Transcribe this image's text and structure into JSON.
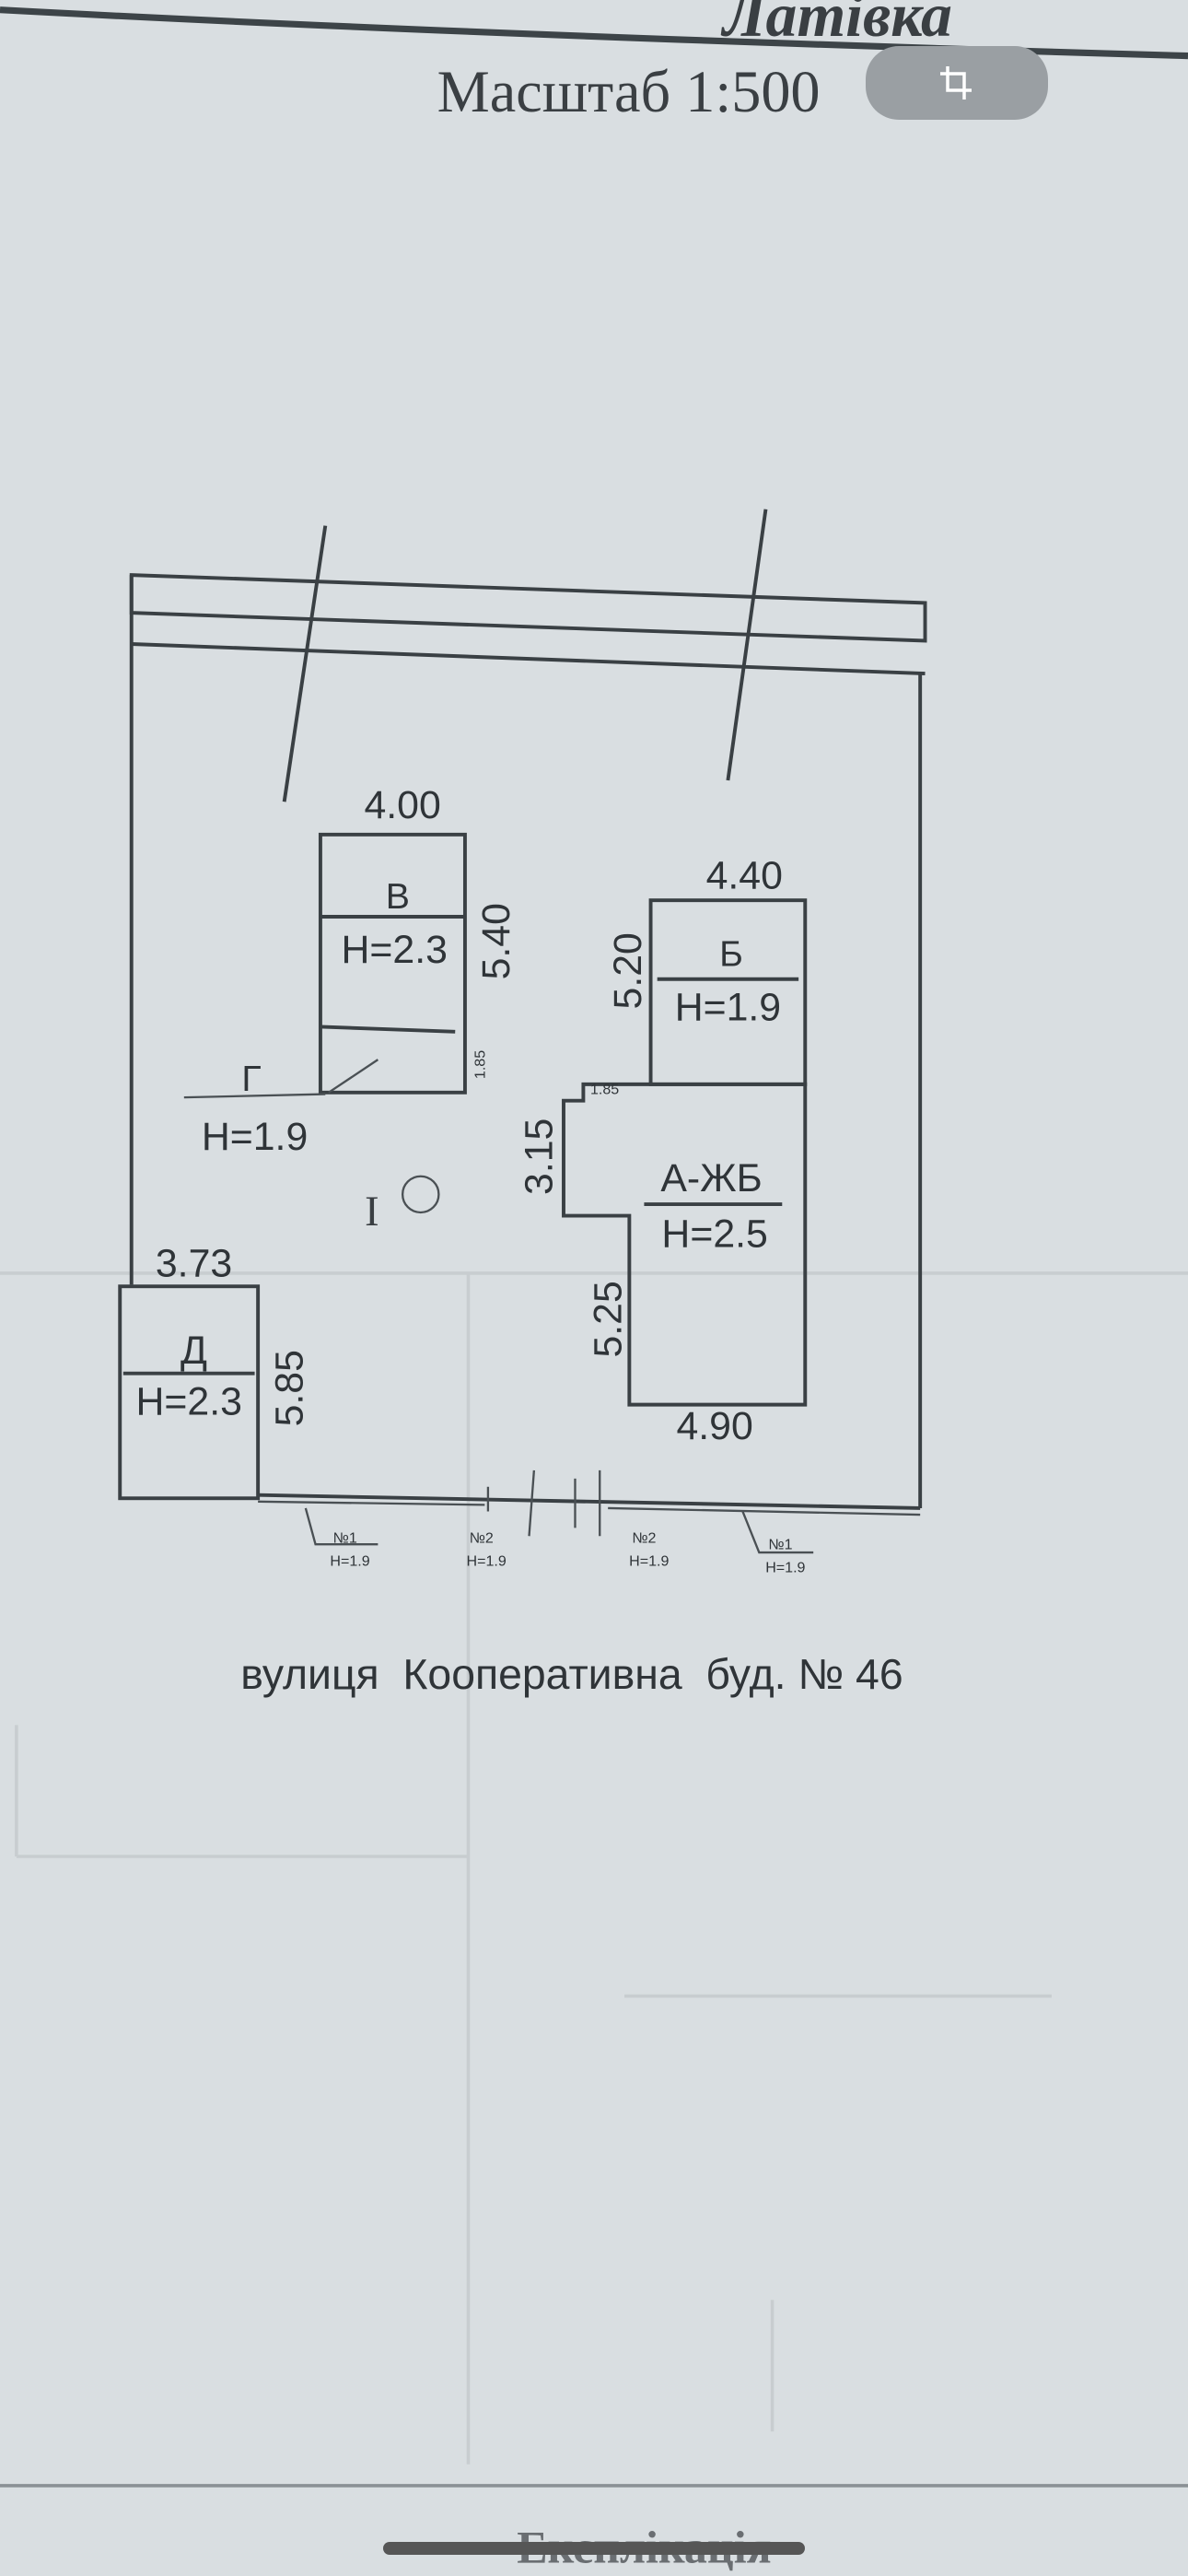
{
  "document": {
    "village": "Латівка",
    "scale": "Масштаб 1:500",
    "street_caption": "вулиця  Кооперативна  буд. № 46",
    "footer_heading": "Експлікація",
    "plot_marker": "I",
    "buildings": {
      "v": {
        "label": "В",
        "height": "Н=2.3",
        "width": "4.00",
        "length": "5.40",
        "small": "1.85"
      },
      "g": {
        "label": "Г",
        "height": "Н=1.9"
      },
      "b": {
        "label": "Б",
        "height": "Н=1.9",
        "width": "4.40",
        "length": "5.20"
      },
      "a": {
        "label": "А-ЖБ",
        "height": "Н=2.5",
        "side1": "3.15",
        "side2": "5.25",
        "width": "4.90",
        "small": "1.85"
      },
      "d": {
        "label": "Д",
        "height": "Н=2.3",
        "width": "3.73",
        "length": "5.85"
      }
    },
    "fences": [
      {
        "num": "№1",
        "height": "Н=1.9"
      },
      {
        "num": "№2",
        "height": "Н=1.9"
      },
      {
        "num": "№2",
        "height": "Н=1.9"
      },
      {
        "num": "№1",
        "height": "Н=1.9"
      }
    ]
  },
  "ui": {
    "crop_icon": "crop-icon",
    "colors": {
      "background": "#d9dee1",
      "crop_button": "#9a9fa3",
      "ink": "#3a4044"
    }
  }
}
